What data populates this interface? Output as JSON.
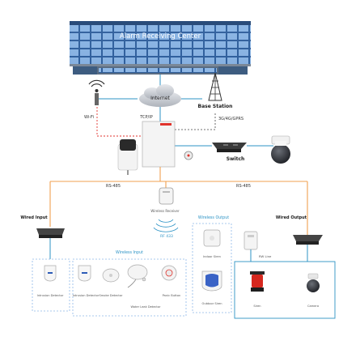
{
  "title": "Alarm Receiving Center",
  "top": {
    "internet": "Internet",
    "wifi": "Wi-Fi",
    "tcpip": "TCP/IP",
    "base_station": "Base Station",
    "cellular": "3G/4G/GPRS"
  },
  "network": {
    "switch": "Switch",
    "rs485_left": "RS-485",
    "rs485_right": "RS-485",
    "wireless_receiver": "Wireless Receiver",
    "rf": "RF 433"
  },
  "sections": {
    "wired_input": "Wired Input",
    "wireless_input": "Wireless Input",
    "wireless_output": "Wireless Output",
    "wired_output": "Wired Output",
    "rw_line": "RW Line"
  },
  "devices": {
    "intrusion_detector_wired": "Intrusion Detector",
    "intrusion_detector_wireless": "Intrusion Detector",
    "smoke_detector": "Smoke Detector",
    "water_leak_detector": "Water Leak Detector",
    "panic_button": "Panic Button",
    "indoor_siren": "Indoor Siren",
    "outdoor_siren": "Outdoor Siren",
    "siren": "Siren",
    "camera": "Camera"
  }
}
